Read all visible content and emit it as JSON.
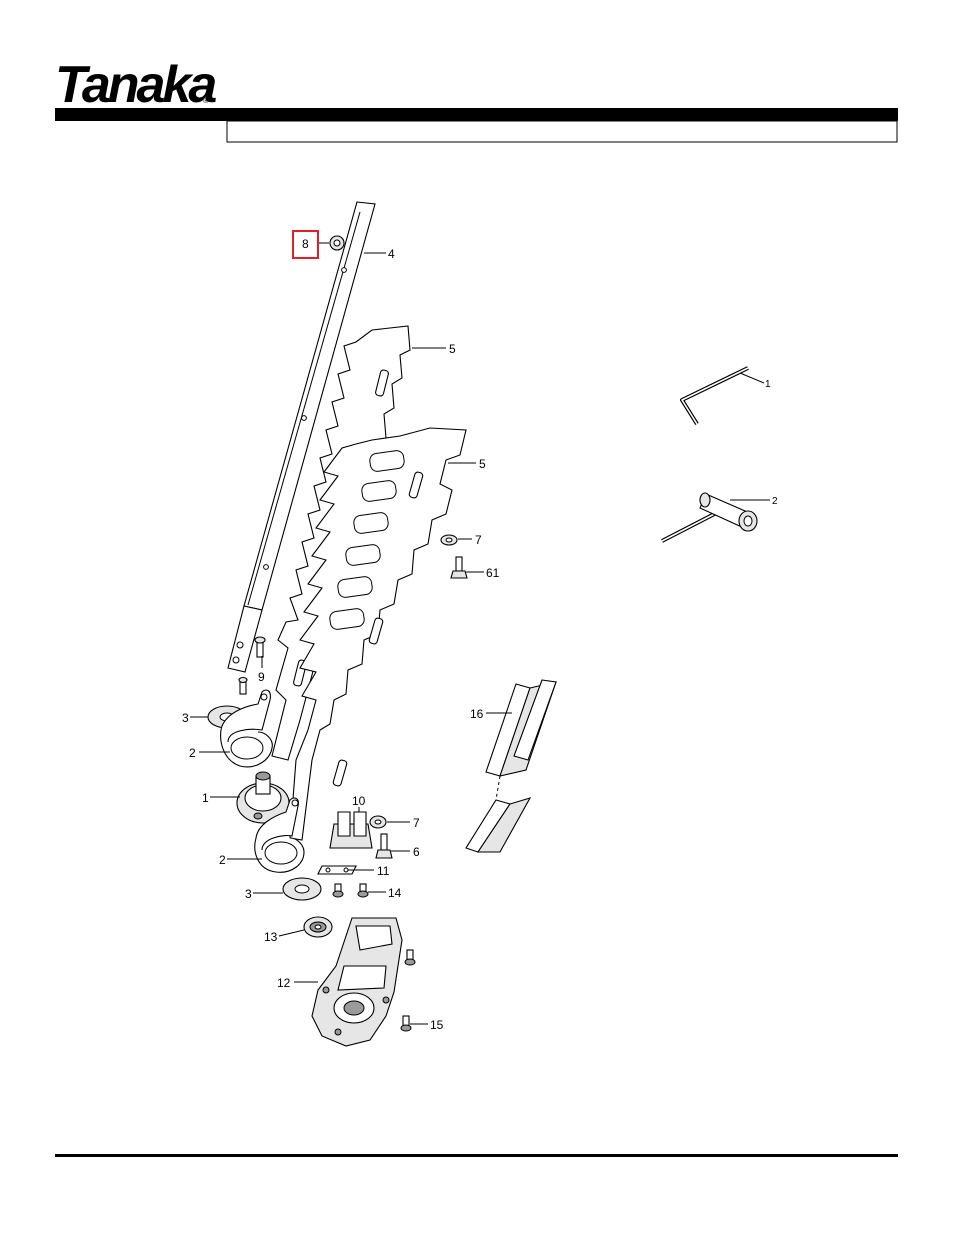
{
  "header": {
    "logo": "Tanaka",
    "trademark": "®",
    "subtitle": ""
  },
  "diagram": {
    "callouts_blade": [
      "8",
      "4",
      "5",
      "5",
      "7",
      "61",
      "9",
      "3",
      "2",
      "1",
      "2",
      "3",
      "10",
      "7",
      "6",
      "11",
      "14",
      "13",
      "12",
      "15",
      "16"
    ],
    "callouts_tools": [
      "1",
      "2"
    ]
  },
  "highlight": {
    "color": "#e31e24",
    "target": "8"
  },
  "colors": {
    "ink": "#000000",
    "paper": "#ffffff",
    "highlight": "#e31e24"
  }
}
